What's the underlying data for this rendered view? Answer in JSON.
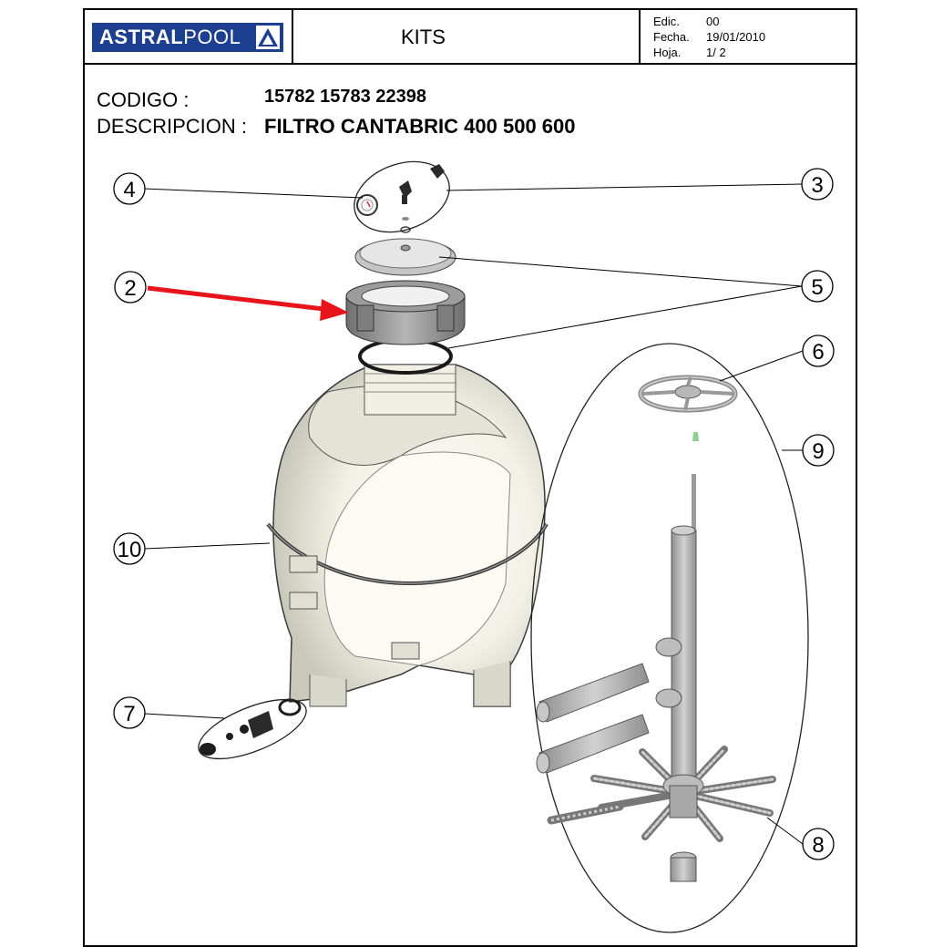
{
  "header": {
    "brand_bold": "ASTRAL",
    "brand_light": "POOL",
    "title": "KITS",
    "edic_label": "Edic.",
    "edic_value": "00",
    "fecha_label": "Fecha.",
    "fecha_value": "19/01/2010",
    "hoja_label": "Hoja.",
    "hoja_value": "1/ 2"
  },
  "info": {
    "codigo_label": "CODIGO :",
    "codigo_value": "15782 15783 22398",
    "descripcion_label": "DESCRIPCION :",
    "descripcion_value": "FILTRO CANTABRIC 400 500 600"
  },
  "callouts": [
    "2",
    "3",
    "4",
    "5",
    "6",
    "7",
    "8",
    "9",
    "10"
  ],
  "colors": {
    "brand_blue": "#1d3f8f",
    "arrow_red": "#e8141b",
    "tank_fill": "#eeeee2",
    "part_gray": "#a8a8a8"
  }
}
